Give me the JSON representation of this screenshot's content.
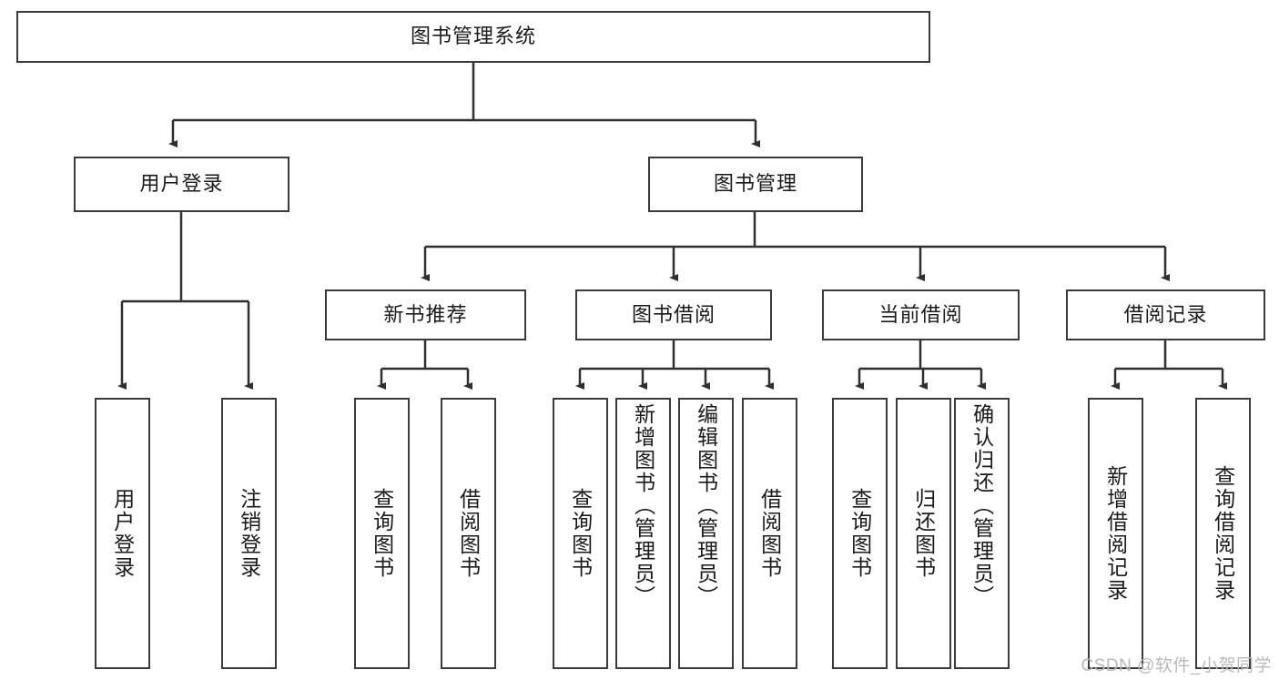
{
  "diagram": {
    "type": "tree-hierarchy-chart",
    "title": "图书管理系统",
    "colors": {
      "box_stroke": "#3b3b3b",
      "box_fill": "#ffffff",
      "edge": "#2f2f2f",
      "text": "#1a1a1a",
      "watermark": "#b9b9b9"
    },
    "root": {
      "label": "图书管理系统"
    },
    "level2": [
      {
        "label": "用户登录"
      },
      {
        "label": "图书管理"
      }
    ],
    "level3": [
      {
        "label": "新书推荐"
      },
      {
        "label": "图书借阅"
      },
      {
        "label": "当前借阅"
      },
      {
        "label": "借阅记录"
      }
    ],
    "leaves": {
      "user_login": [
        {
          "label": "用户登录"
        },
        {
          "label": "注销登录"
        }
      ],
      "new_book_recommend": [
        {
          "label": "查询图书"
        },
        {
          "label": "借阅图书"
        }
      ],
      "book_borrow": [
        {
          "label": "查询图书"
        },
        {
          "label": "新增图书（管理员）"
        },
        {
          "label": "编辑图书（管理员）"
        },
        {
          "label": "借阅图书"
        }
      ],
      "current_borrow": [
        {
          "label": "查询图书"
        },
        {
          "label": "归还图书"
        },
        {
          "label": "确认归还（管理员）"
        }
      ],
      "borrow_record": [
        {
          "label": "新增借阅记录"
        },
        {
          "label": "查询借阅记录"
        }
      ]
    },
    "watermark": "CSDN @软件_小贺同学"
  }
}
